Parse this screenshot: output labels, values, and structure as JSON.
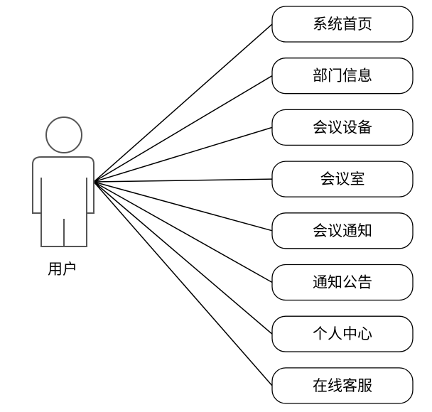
{
  "actor": {
    "label": "用户"
  },
  "use_cases": [
    {
      "label": "系统首页"
    },
    {
      "label": "部门信息"
    },
    {
      "label": "会议设备"
    },
    {
      "label": "会议室"
    },
    {
      "label": "会议通知"
    },
    {
      "label": "通知公告"
    },
    {
      "label": "个人中心"
    },
    {
      "label": "在线客服"
    }
  ]
}
